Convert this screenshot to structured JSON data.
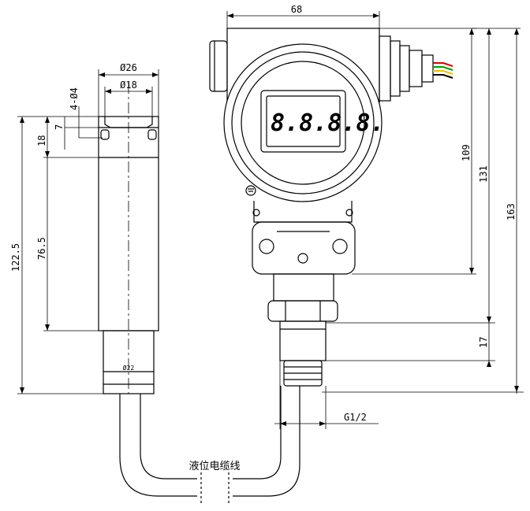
{
  "dimensions": {
    "width_68": "68",
    "dia_26": "Ø26",
    "dia_18": "Ø18",
    "holes": "4-Ø4",
    "d7": "7",
    "d18": "18",
    "d76_5": "76.5",
    "d122_5": "122.5",
    "d109": "109",
    "d131": "131",
    "d163": "163",
    "d17": "17",
    "dia_22": "Ø22",
    "thread": "G1/2"
  },
  "display_reading": "8.8.8.8.",
  "cable_label": "液位电缆线",
  "wire_colors": [
    "#e00000",
    "#00a000",
    "#f0c000",
    "#000000"
  ]
}
